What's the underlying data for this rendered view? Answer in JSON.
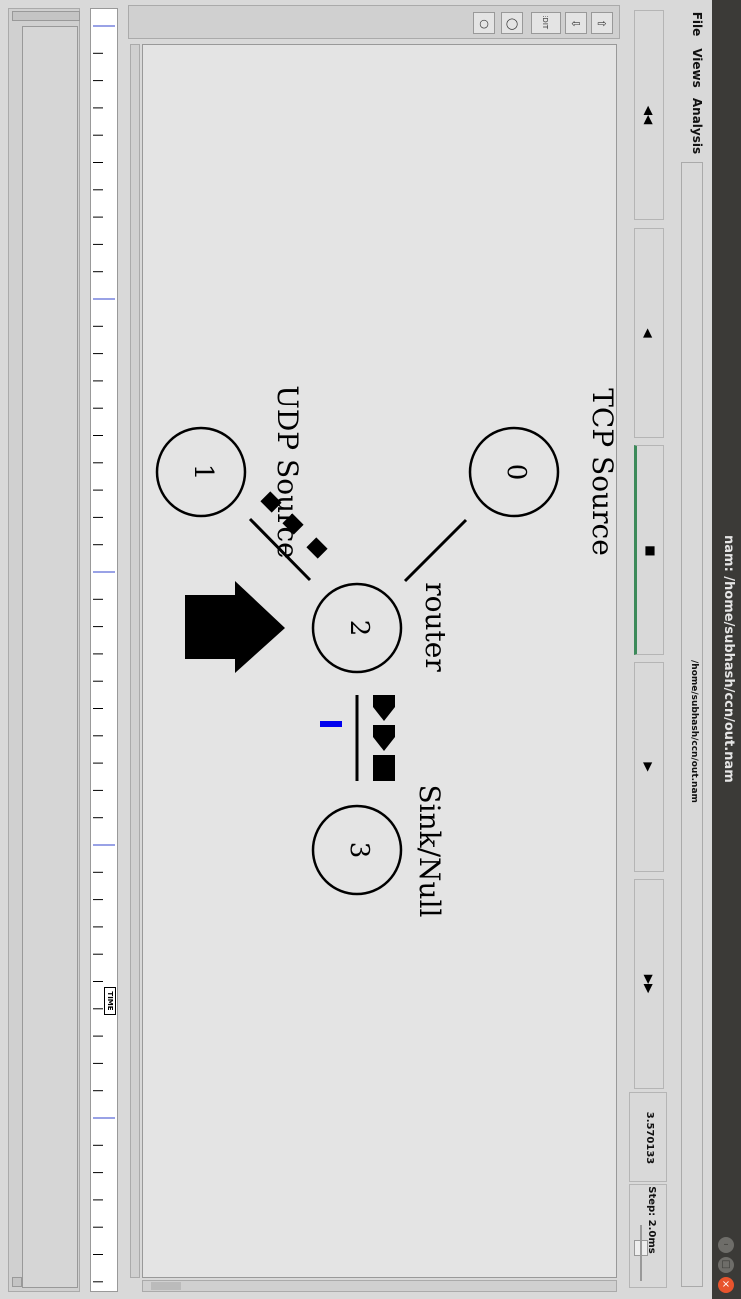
{
  "window": {
    "title": "nam: /home/subhash/ccn/out.nam",
    "controls": {
      "close": "×",
      "maximize": "□",
      "minimize": "–"
    }
  },
  "menu": {
    "file": "File",
    "views": "Views",
    "analysis": "Analysis"
  },
  "file_path": "/home/subhash/ccn/out.nam",
  "transport": {
    "rewind": "◀◀",
    "backward": "◀",
    "stop": "■",
    "play": "▶",
    "fast_forward": "▶▶"
  },
  "time_readout": "3.570133",
  "step_label": "Step: 2.0ms",
  "ruler_marker": "TIME",
  "nodes": [
    {
      "id": "0",
      "label": "TCP Source"
    },
    {
      "id": "1",
      "label": "UDP Source"
    },
    {
      "id": "2",
      "label": "router"
    },
    {
      "id": "3",
      "label": "Sink/Null"
    }
  ],
  "colors": {
    "canvas_bg": "#e4e4e4",
    "titlebar": "#3b3a37",
    "close_button": "#e8542d",
    "active_button": "#3c8a5a",
    "ruler_major_tick": "#3344cc",
    "queue_packet": "#0000ee"
  }
}
